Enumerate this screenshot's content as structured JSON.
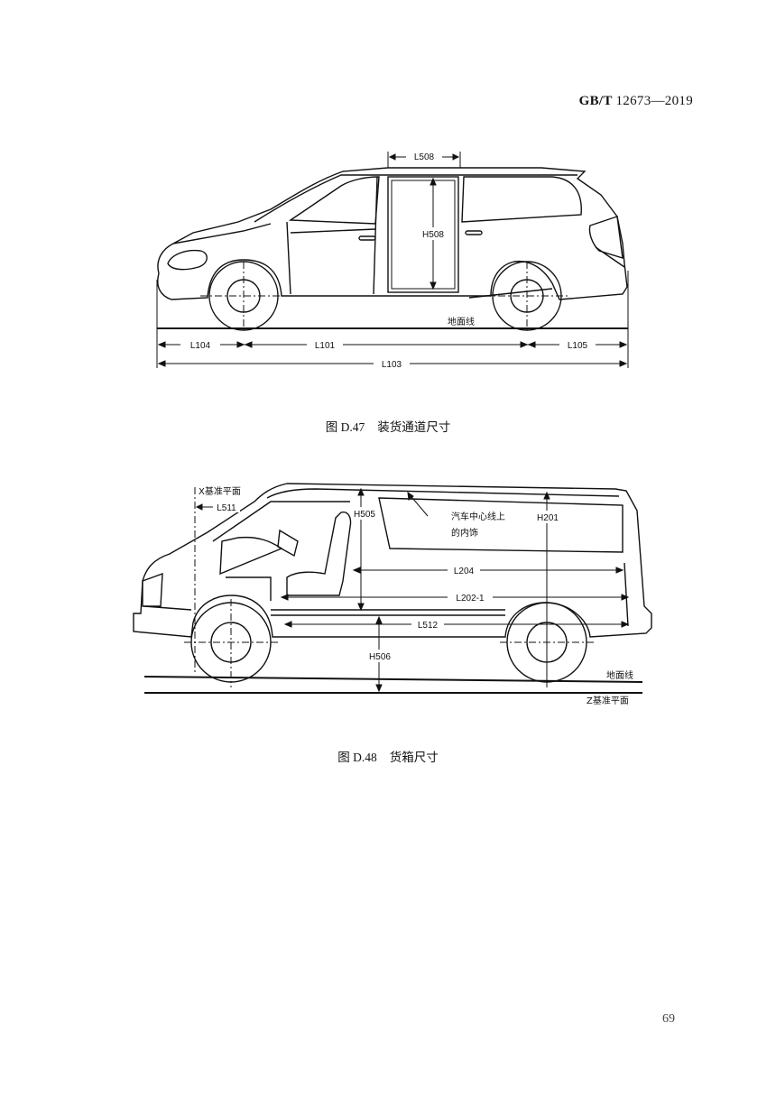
{
  "header": {
    "standard": "GB/T",
    "number": "12673—2019"
  },
  "figure1": {
    "caption_id": "图 D.47",
    "caption_title": "装货通道尺寸",
    "labels": {
      "l508": "L508",
      "h508": "H508",
      "ground": "地面线",
      "l104": "L104",
      "l101": "L101",
      "l105": "L105",
      "l103": "L103"
    }
  },
  "figure2": {
    "caption_id": "图 D.48",
    "caption_title": "货箱尺寸",
    "labels": {
      "x_plane": "X基准平面",
      "l511": "L511",
      "h505": "H505",
      "trim_line1": "汽车中心线上",
      "trim_line2": "的内饰",
      "h201": "H201",
      "l204": "L204",
      "l202": "L202-1",
      "l512": "L512",
      "h506": "H506",
      "ground": "地面线",
      "z_plane": "Z基准平面"
    }
  },
  "page_number": "69"
}
